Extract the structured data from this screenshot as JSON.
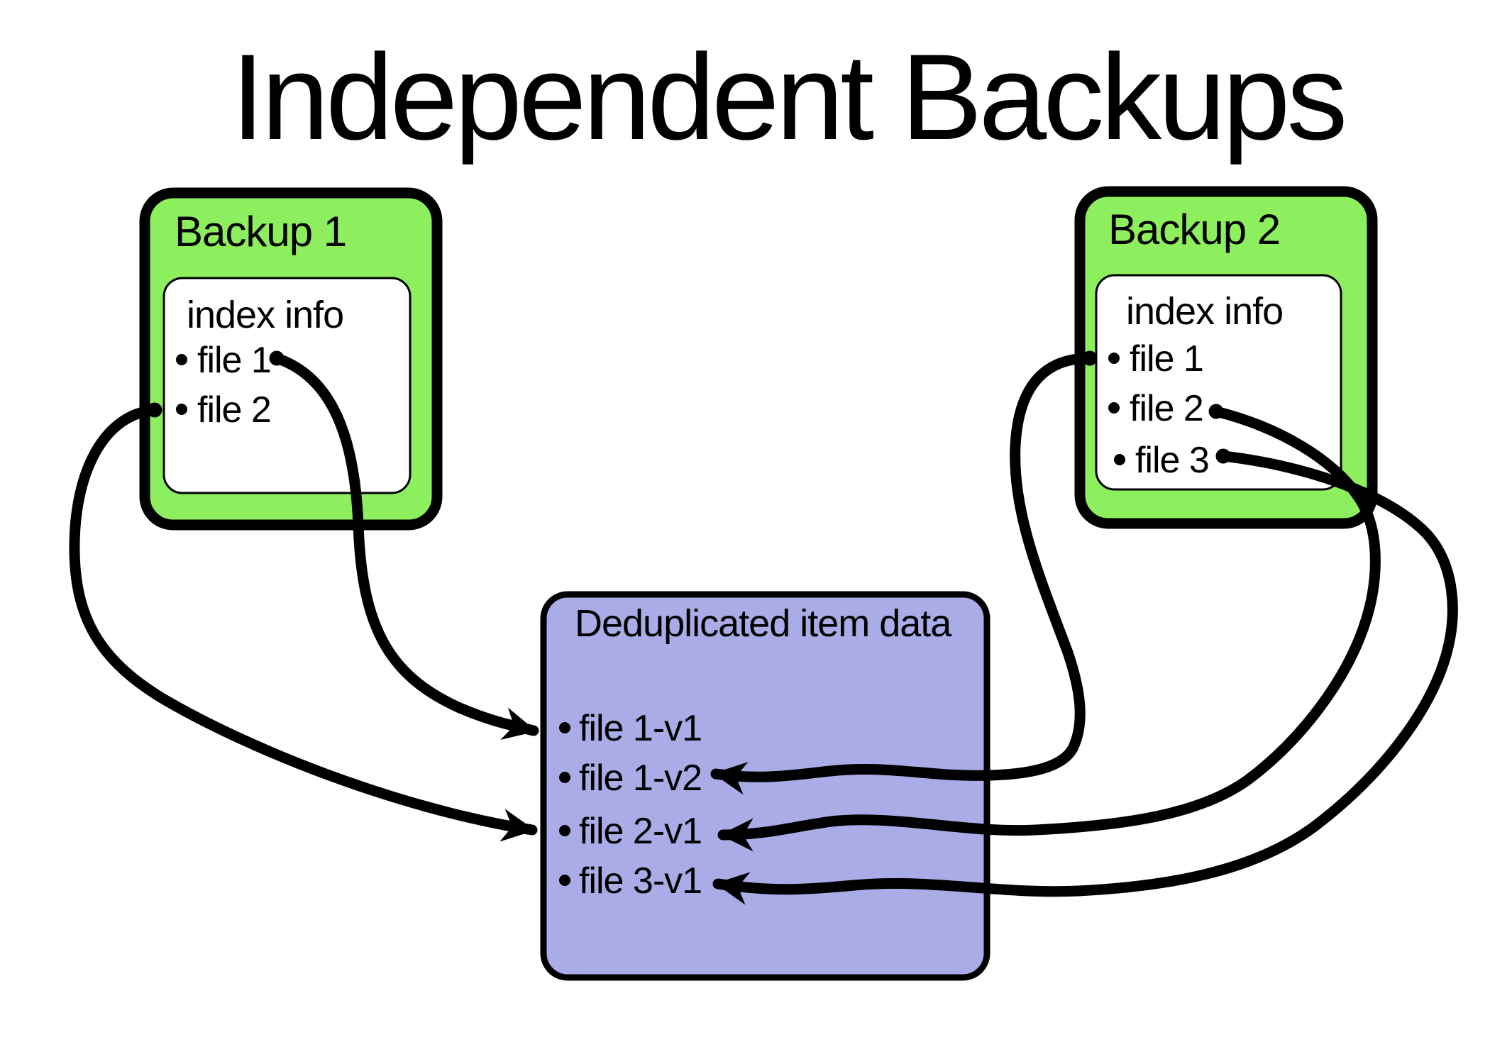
{
  "title": "Independent Backups",
  "colors": {
    "green": "#8dee5e",
    "purple": "#a9ace6",
    "panel": "#ffffff",
    "outline": "#000000"
  },
  "backup1": {
    "title": "Backup 1",
    "index_title": "index info",
    "files": [
      "file 1",
      "file 2"
    ]
  },
  "backup2": {
    "title": "Backup 2",
    "index_title": "index info",
    "files": [
      "file 1",
      "file 2",
      "file 3"
    ]
  },
  "dedup": {
    "title": "Deduplicated item data",
    "items": [
      "file 1-v1",
      "file 1-v2",
      "file 2-v1",
      "file 3-v1"
    ]
  },
  "connections": [
    {
      "from": "Backup 1 / file 1",
      "to": "file 1-v1"
    },
    {
      "from": "Backup 1 / file 2",
      "to": "file 2-v1"
    },
    {
      "from": "Backup 2 / file 1",
      "to": "file 1-v2"
    },
    {
      "from": "Backup 2 / file 2",
      "to": "file 2-v1"
    },
    {
      "from": "Backup 2 / file 3",
      "to": "file 3-v1"
    }
  ]
}
